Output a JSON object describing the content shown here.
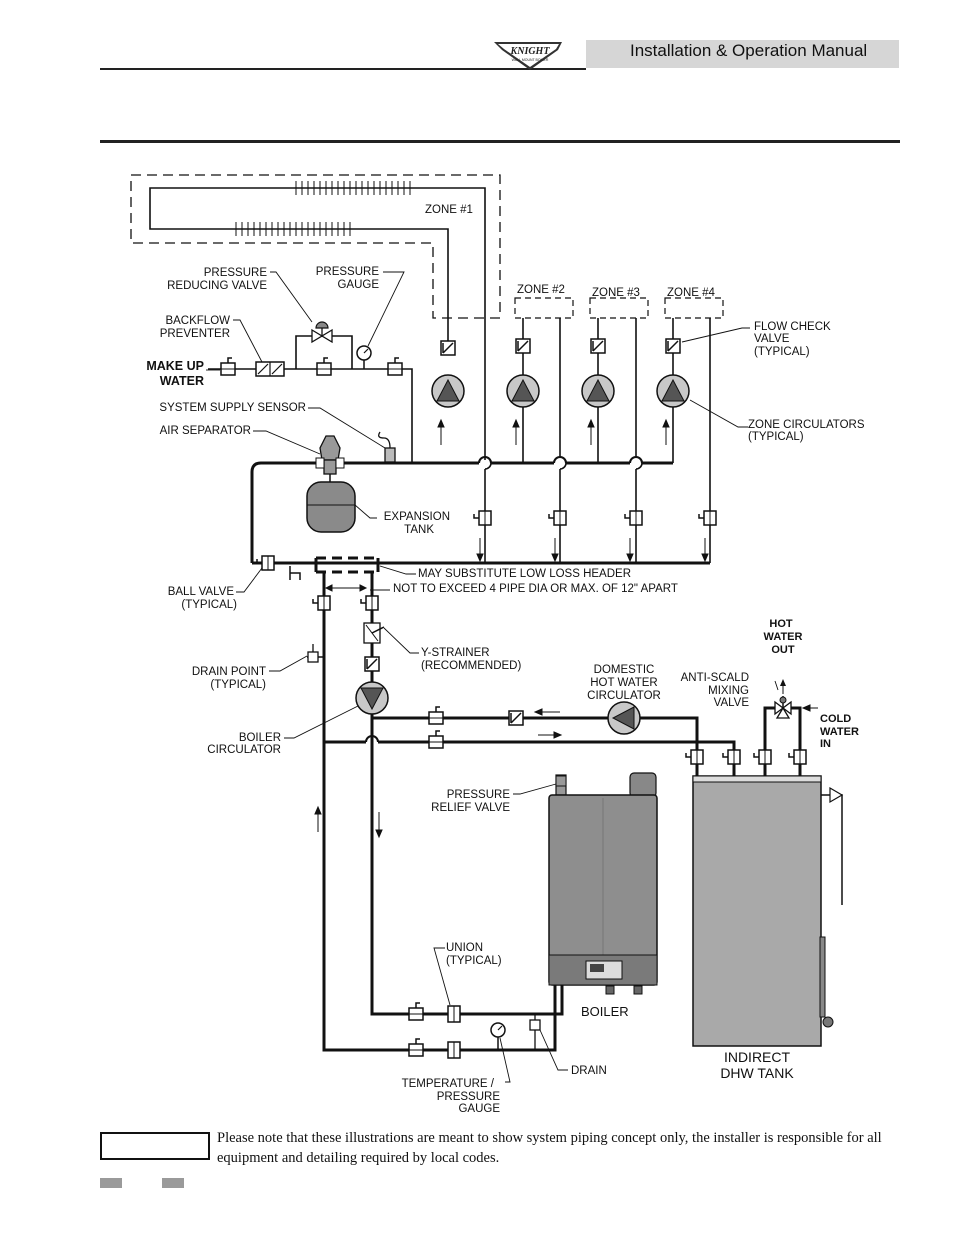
{
  "header": {
    "title": "Installation & Operation Manual"
  },
  "logo": {
    "text": "KNIGHT",
    "subtext": "WALL MOUNT BOILER"
  },
  "labels": {
    "zone1": "ZONE #1",
    "zone2": "ZONE #2",
    "zone3": "ZONE #3",
    "zone4": "ZONE #4",
    "prv_1": "PRESSURE",
    "prv_2": "REDUCING VALVE",
    "pg_1": "PRESSURE",
    "pg_2": "GAUGE",
    "bf_1": "BACKFLOW",
    "bf_2": "PREVENTER",
    "mu_1": "MAKE UP",
    "mu_2": "WATER",
    "sss": "SYSTEM SUPPLY SENSOR",
    "airsep": "AIR SEPARATOR",
    "fcv_1": "FLOW CHECK",
    "fcv_2": "VALVE",
    "fcv_3": "(TYPICAL)",
    "zc_1": "ZONE CIRCULATORS",
    "zc_2": "(TYPICAL)",
    "exp_1": "EXPANSION",
    "exp_2": "TANK",
    "bv_1": "BALL VALVE",
    "bv_2": "(TYPICAL)",
    "llh": "MAY SUBSTITUTE LOW LOSS HEADER",
    "nte": "NOT TO EXCEED 4 PIPE DIA OR MAX. OF 12\" APART",
    "ys_1": "Y-STRAINER",
    "ys_2": "(RECOMMENDED)",
    "dp_1": "DRAIN POINT",
    "dp_2": "(TYPICAL)",
    "bc_1": "BOILER",
    "bc_2": "CIRCULATOR",
    "dhw_1": "DOMESTIC",
    "dhw_2": "HOT WATER",
    "dhw_3": "CIRCULATOR",
    "hwo_1": "HOT",
    "hwo_2": "WATER",
    "hwo_3": "OUT",
    "asv_1": "ANTI-SCALD",
    "asv_2": "MIXING",
    "asv_3": "VALVE",
    "cwi_1": "COLD",
    "cwi_2": "WATER",
    "cwi_3": "IN",
    "prelief_1": "PRESSURE",
    "prelief_2": "RELIEF VALVE",
    "union_1": "UNION",
    "union_2": "(TYPICAL)",
    "boiler": "BOILER",
    "drain": "DRAIN",
    "tpg_1": "TEMPERATURE /",
    "tpg_2": "PRESSURE",
    "tpg_3": "GAUGE",
    "tank_1": "INDIRECT",
    "tank_2": "DHW TANK"
  },
  "notice": {
    "text": "Please note that these illustrations are meant to show system piping concept only, the installer is responsible for all equipment and detailing required by local codes."
  }
}
